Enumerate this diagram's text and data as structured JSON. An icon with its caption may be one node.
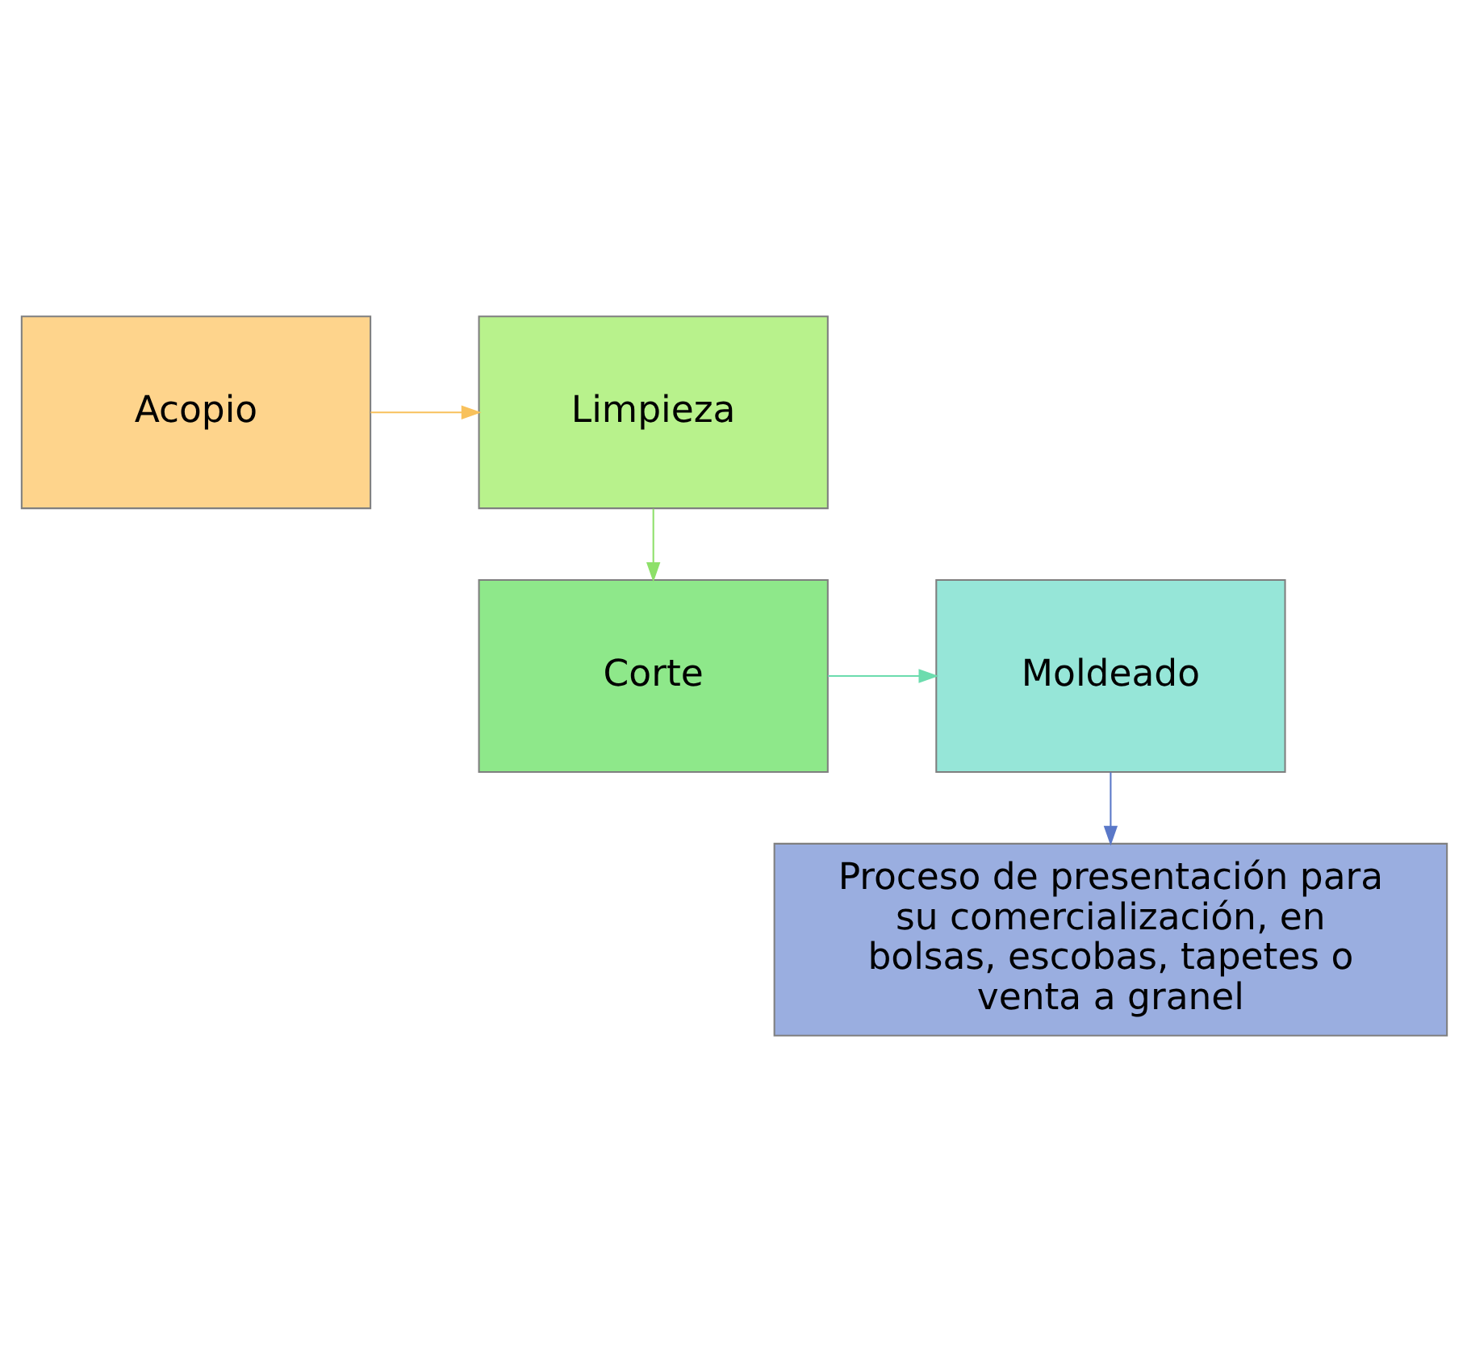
{
  "diagram": {
    "nodes": [
      {
        "text": [
          "Acopio"
        ]
      },
      {
        "text": [
          "Limpieza"
        ]
      },
      {
        "text": [
          "Corte"
        ]
      },
      {
        "text": [
          "Moldeado"
        ]
      },
      {
        "text": [
          "Proceso de presentación para su comercialización, en bolsas, escobas, tapetes o venta a granel"
        ]
      }
    ],
    "edges": [
      {
        "from": 0,
        "to": 1,
        "arrow": "to",
        "color": "#f8c15c"
      },
      {
        "from": 1,
        "to": 2,
        "arrow": "to",
        "color": "#8ee06a"
      },
      {
        "from": 2,
        "to": 3,
        "arrow": "to",
        "color": "#6cdcae"
      },
      {
        "from": 3,
        "to": 4,
        "arrow": "to",
        "color": "#5a78c8"
      }
    ]
  }
}
